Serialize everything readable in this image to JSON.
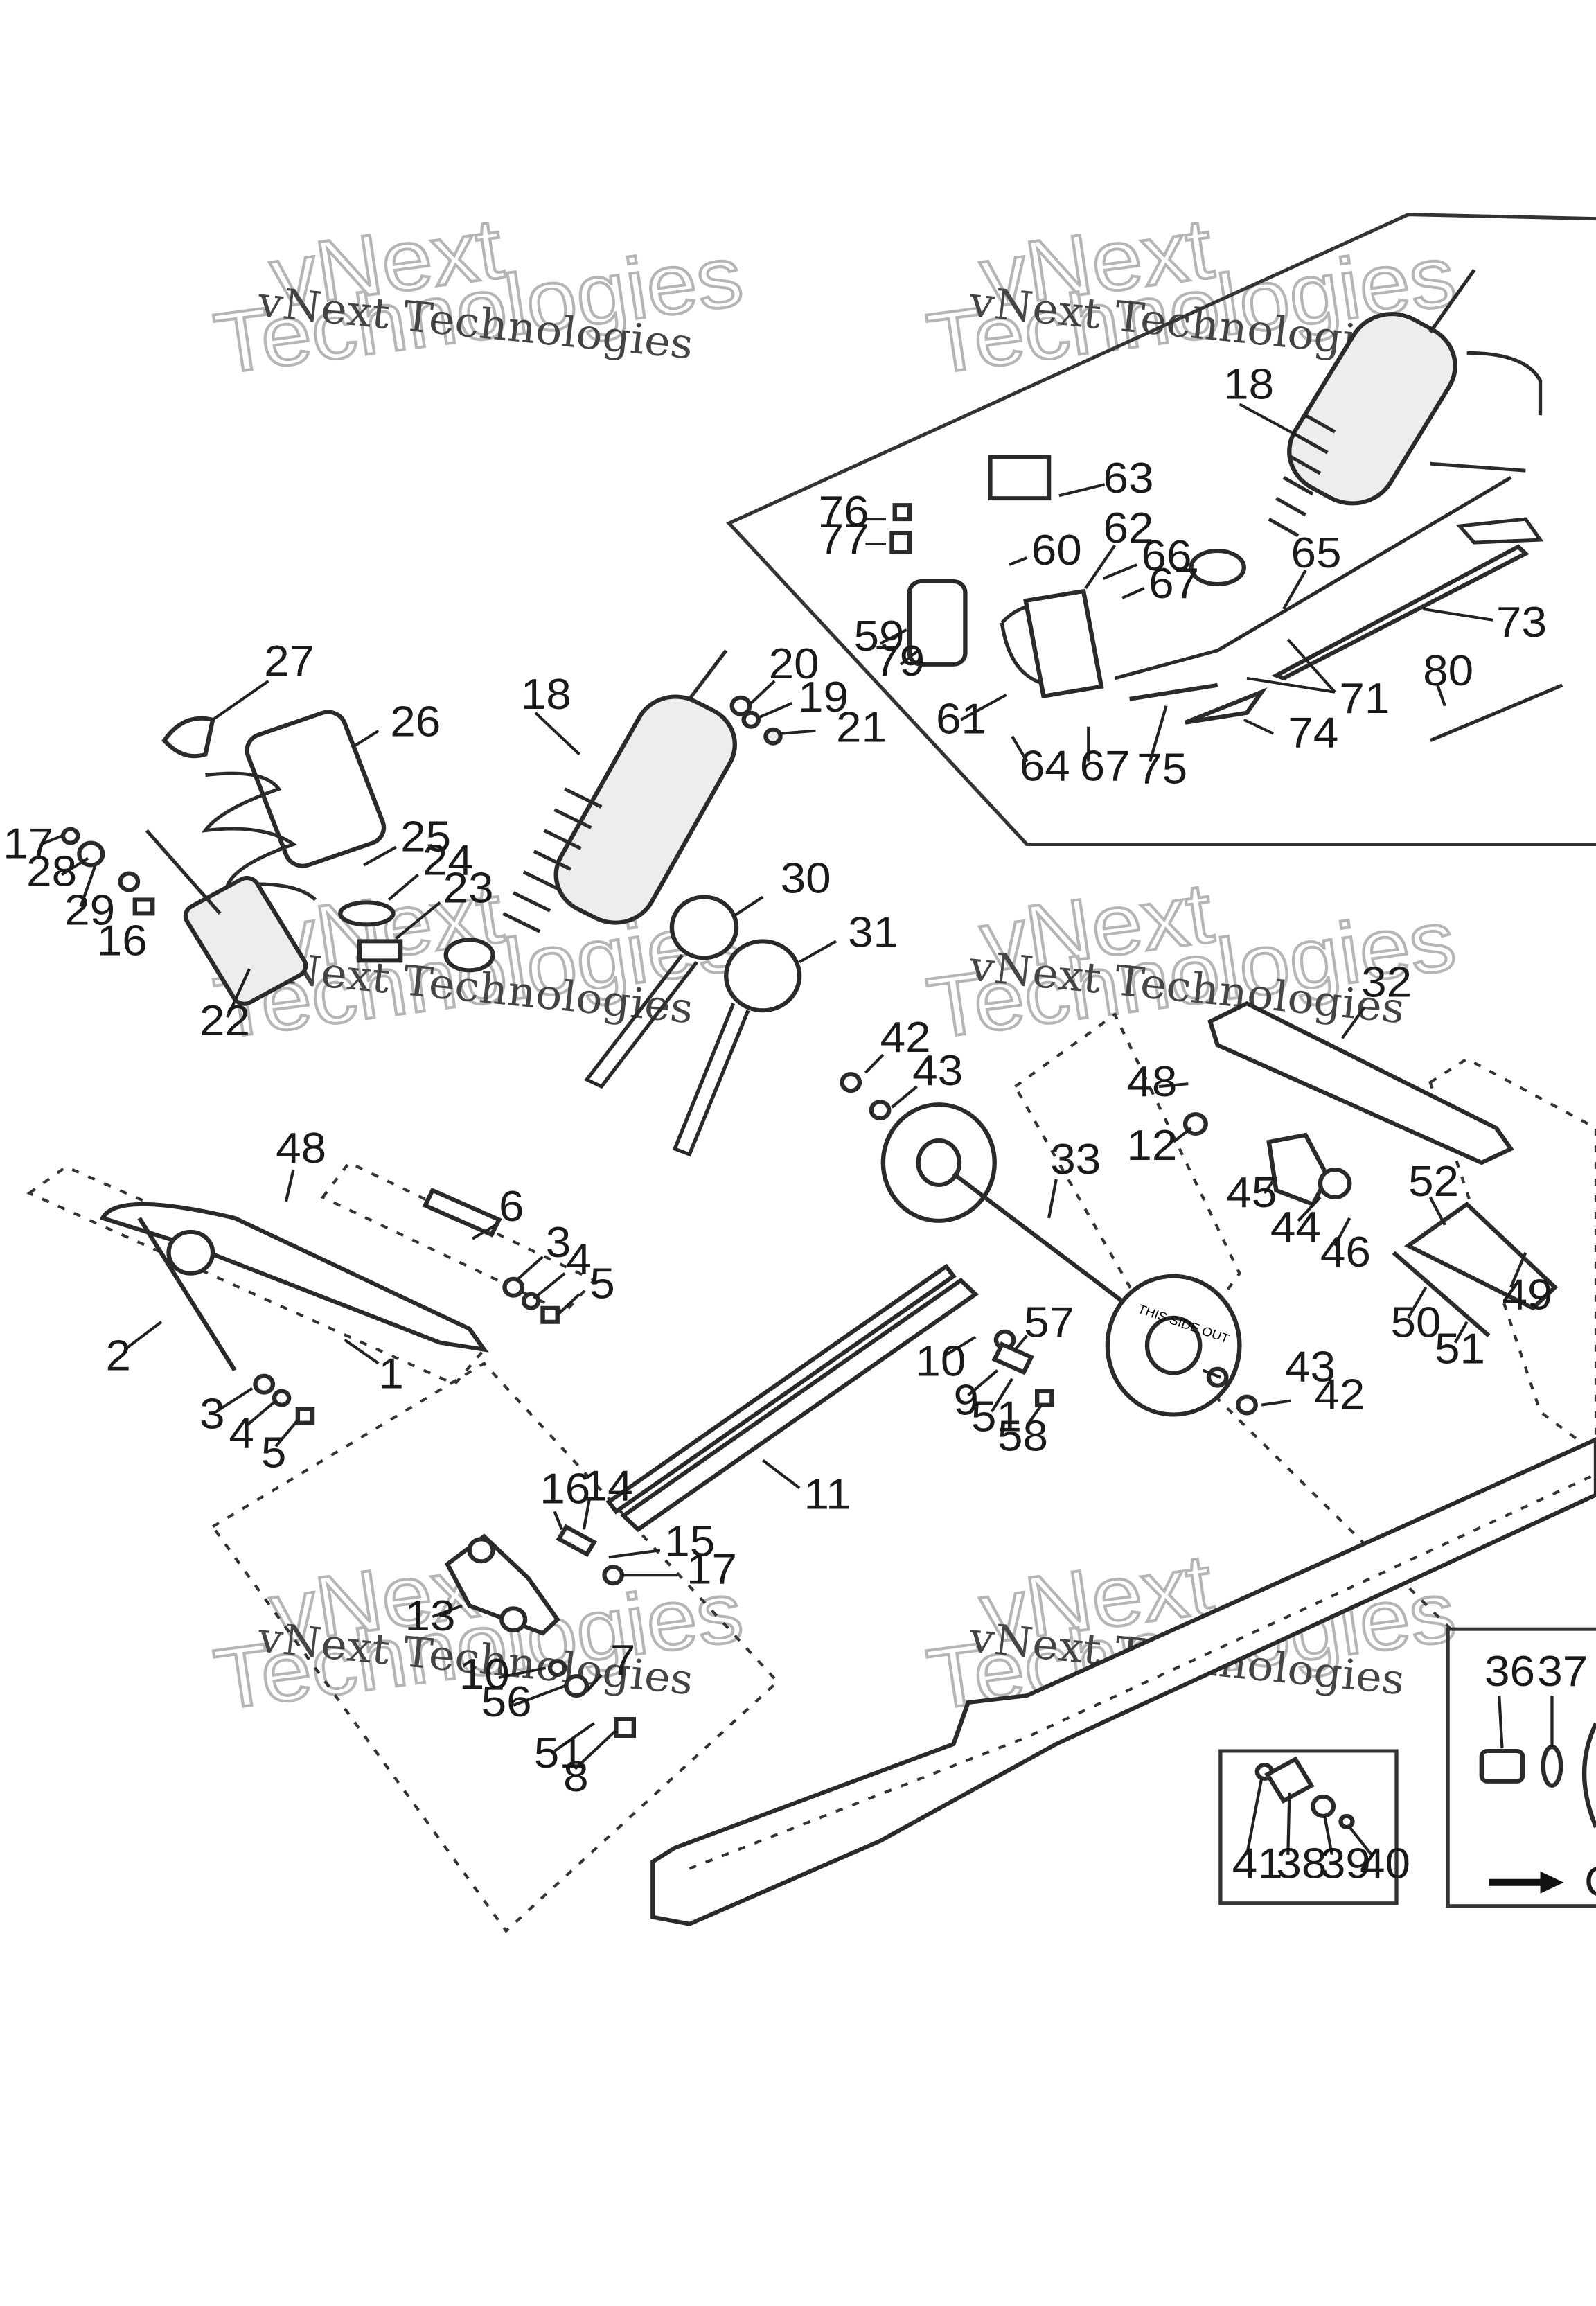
{
  "watermark": {
    "line1": "vNext",
    "line2": "Technologies",
    "small": "vNext Technologies"
  },
  "callouts": [
    {
      "id": "c1",
      "label": "1"
    },
    {
      "id": "c2",
      "label": "2"
    },
    {
      "id": "c3a",
      "label": "3"
    },
    {
      "id": "c3b",
      "label": "3"
    },
    {
      "id": "c4a",
      "label": "4"
    },
    {
      "id": "c4b",
      "label": "4"
    },
    {
      "id": "c5a",
      "label": "5"
    },
    {
      "id": "c5b",
      "label": "5"
    },
    {
      "id": "c6",
      "label": "6"
    },
    {
      "id": "c7",
      "label": "7"
    },
    {
      "id": "c8",
      "label": "8"
    },
    {
      "id": "c9",
      "label": "9"
    },
    {
      "id": "c10a",
      "label": "10"
    },
    {
      "id": "c10b",
      "label": "10"
    },
    {
      "id": "c11",
      "label": "11"
    },
    {
      "id": "c12",
      "label": "12"
    },
    {
      "id": "c13",
      "label": "13"
    },
    {
      "id": "c14",
      "label": "14"
    },
    {
      "id": "c15",
      "label": "15"
    },
    {
      "id": "c16a",
      "label": "16"
    },
    {
      "id": "c16b",
      "label": "16"
    },
    {
      "id": "c17a",
      "label": "17"
    },
    {
      "id": "c17b",
      "label": "17"
    },
    {
      "id": "c18a",
      "label": "18"
    },
    {
      "id": "c18b",
      "label": "18"
    },
    {
      "id": "c19",
      "label": "19"
    },
    {
      "id": "c20",
      "label": "20"
    },
    {
      "id": "c21",
      "label": "21"
    },
    {
      "id": "c22",
      "label": "22"
    },
    {
      "id": "c23",
      "label": "23"
    },
    {
      "id": "c24",
      "label": "24"
    },
    {
      "id": "c25",
      "label": "25"
    },
    {
      "id": "c26",
      "label": "26"
    },
    {
      "id": "c27",
      "label": "27"
    },
    {
      "id": "c28",
      "label": "28"
    },
    {
      "id": "c29",
      "label": "29"
    },
    {
      "id": "c30",
      "label": "30"
    },
    {
      "id": "c31",
      "label": "31"
    },
    {
      "id": "c32",
      "label": "32"
    },
    {
      "id": "c33",
      "label": "33"
    },
    {
      "id": "c36",
      "label": "36"
    },
    {
      "id": "c37",
      "label": "37"
    },
    {
      "id": "c38",
      "label": "38"
    },
    {
      "id": "c39",
      "label": "39"
    },
    {
      "id": "c40",
      "label": "40"
    },
    {
      "id": "c41",
      "label": "41"
    },
    {
      "id": "c42a",
      "label": "42"
    },
    {
      "id": "c42b",
      "label": "42"
    },
    {
      "id": "c43a",
      "label": "43"
    },
    {
      "id": "c43b",
      "label": "43"
    },
    {
      "id": "c44",
      "label": "44"
    },
    {
      "id": "c45",
      "label": "45"
    },
    {
      "id": "c46",
      "label": "46"
    },
    {
      "id": "c48a",
      "label": "48"
    },
    {
      "id": "c48b",
      "label": "48"
    },
    {
      "id": "c49",
      "label": "49"
    },
    {
      "id": "c50",
      "label": "50"
    },
    {
      "id": "c51a",
      "label": "51"
    },
    {
      "id": "c51b",
      "label": "51"
    },
    {
      "id": "c51c",
      "label": "51"
    },
    {
      "id": "c52",
      "label": "52"
    },
    {
      "id": "c56",
      "label": "56"
    },
    {
      "id": "c57",
      "label": "57"
    },
    {
      "id": "c58",
      "label": "58"
    },
    {
      "id": "c59",
      "label": "59"
    },
    {
      "id": "c60",
      "label": "60"
    },
    {
      "id": "c61",
      "label": "61"
    },
    {
      "id": "c62",
      "label": "62"
    },
    {
      "id": "c63",
      "label": "63"
    },
    {
      "id": "c64",
      "label": "64"
    },
    {
      "id": "c65",
      "label": "65"
    },
    {
      "id": "c66",
      "label": "66"
    },
    {
      "id": "c67a",
      "label": "67"
    },
    {
      "id": "c67b",
      "label": "67"
    },
    {
      "id": "c71",
      "label": "71"
    },
    {
      "id": "c73",
      "label": "73"
    },
    {
      "id": "c74",
      "label": "74"
    },
    {
      "id": "c75",
      "label": "75"
    },
    {
      "id": "c76",
      "label": "76"
    },
    {
      "id": "c77",
      "label": "77"
    },
    {
      "id": "c79",
      "label": "79"
    },
    {
      "id": "c80",
      "label": "80"
    }
  ],
  "stamps": {
    "wheel_text": "THIS SIDE OUT",
    "edge_text": "C"
  }
}
